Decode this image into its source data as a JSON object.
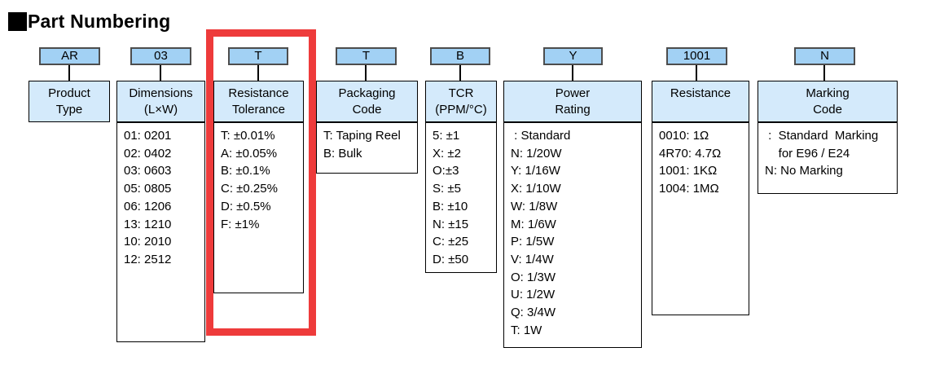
{
  "title": "Part Numbering",
  "highlight": {
    "highlighted_column": "Resistance Tolerance",
    "color": "#ee3b3b"
  },
  "colors": {
    "code_box_fill": "#a2d1f4",
    "header_box_fill": "#d4eafb",
    "box_border": "#000000"
  },
  "columns": [
    {
      "code": "AR",
      "label": "Product\nType",
      "items": []
    },
    {
      "code": "03",
      "label": "Dimensions\n(L×W)",
      "items": [
        "01: 0201",
        "02: 0402",
        "03: 0603",
        "05: 0805",
        "06: 1206",
        "13: 1210",
        "10: 2010",
        "12: 2512"
      ]
    },
    {
      "code": "T",
      "label": "Resistance\nTolerance",
      "items": [
        "T: ±0.01%",
        "A: ±0.05%",
        "B: ±0.1%",
        "C: ±0.25%",
        "D: ±0.5%",
        "F: ±1%"
      ]
    },
    {
      "code": "T",
      "label": "Packaging\nCode",
      "items": [
        "T: Taping Reel",
        "B: Bulk"
      ]
    },
    {
      "code": "B",
      "label": "TCR\n(PPM/°C)",
      "items": [
        "5: ±1",
        "X: ±2",
        "O:±3",
        "S: ±5",
        "B: ±10",
        "N: ±15",
        "C: ±25",
        "D: ±50"
      ]
    },
    {
      "code": "Y",
      "label": "Power\nRating",
      "items": [
        " : Standard",
        "N: 1/20W",
        "Y: 1/16W",
        "X: 1/10W",
        "W: 1/8W",
        "M: 1/6W",
        "P: 1/5W",
        "V: 1/4W",
        "O: 1/3W",
        "U: 1/2W",
        "Q: 3/4W",
        "T: 1W"
      ]
    },
    {
      "code": "1001",
      "label": "Resistance",
      "items": [
        "0010: 1Ω",
        "4R70: 4.7Ω",
        "1001: 1KΩ",
        "1004: 1MΩ"
      ]
    },
    {
      "code": "N",
      "label": "Marking\nCode",
      "items": [
        " :  Standard  Marking\n    for E96 / E24",
        "N: No Marking"
      ]
    }
  ]
}
